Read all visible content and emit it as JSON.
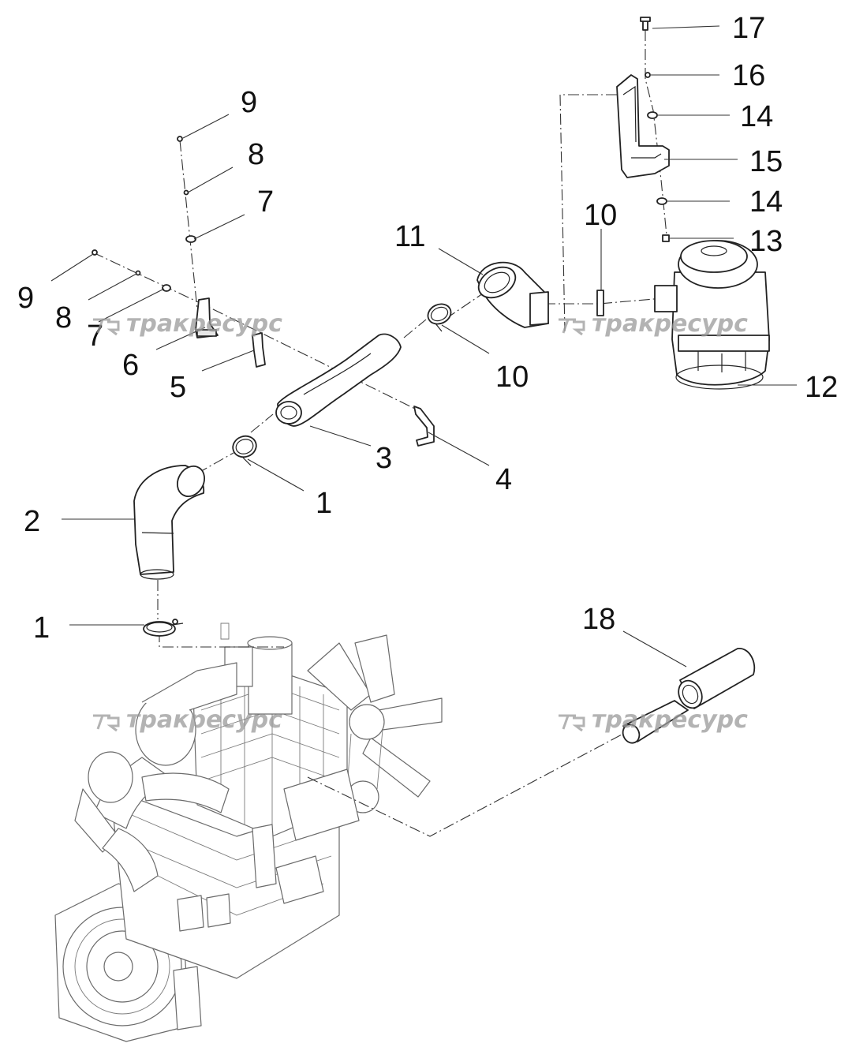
{
  "watermark": {
    "text": "тракресурс"
  },
  "callouts": {
    "c1a": "1",
    "c1b": "1",
    "c2": "2",
    "c3": "3",
    "c4": "4",
    "c5": "5",
    "c6": "6",
    "c7a": "7",
    "c7b": "7",
    "c8a": "8",
    "c8b": "8",
    "c9a": "9",
    "c9b": "9",
    "c10a": "10",
    "c10b": "10",
    "c11": "11",
    "c12": "12",
    "c13": "13",
    "c14a": "14",
    "c14b": "14",
    "c15": "15",
    "c16": "16",
    "c17": "17",
    "c18": "18"
  },
  "colors": {
    "line": "#222222",
    "engine": "#6a6a6a",
    "watermark": "#9a9a9a"
  }
}
